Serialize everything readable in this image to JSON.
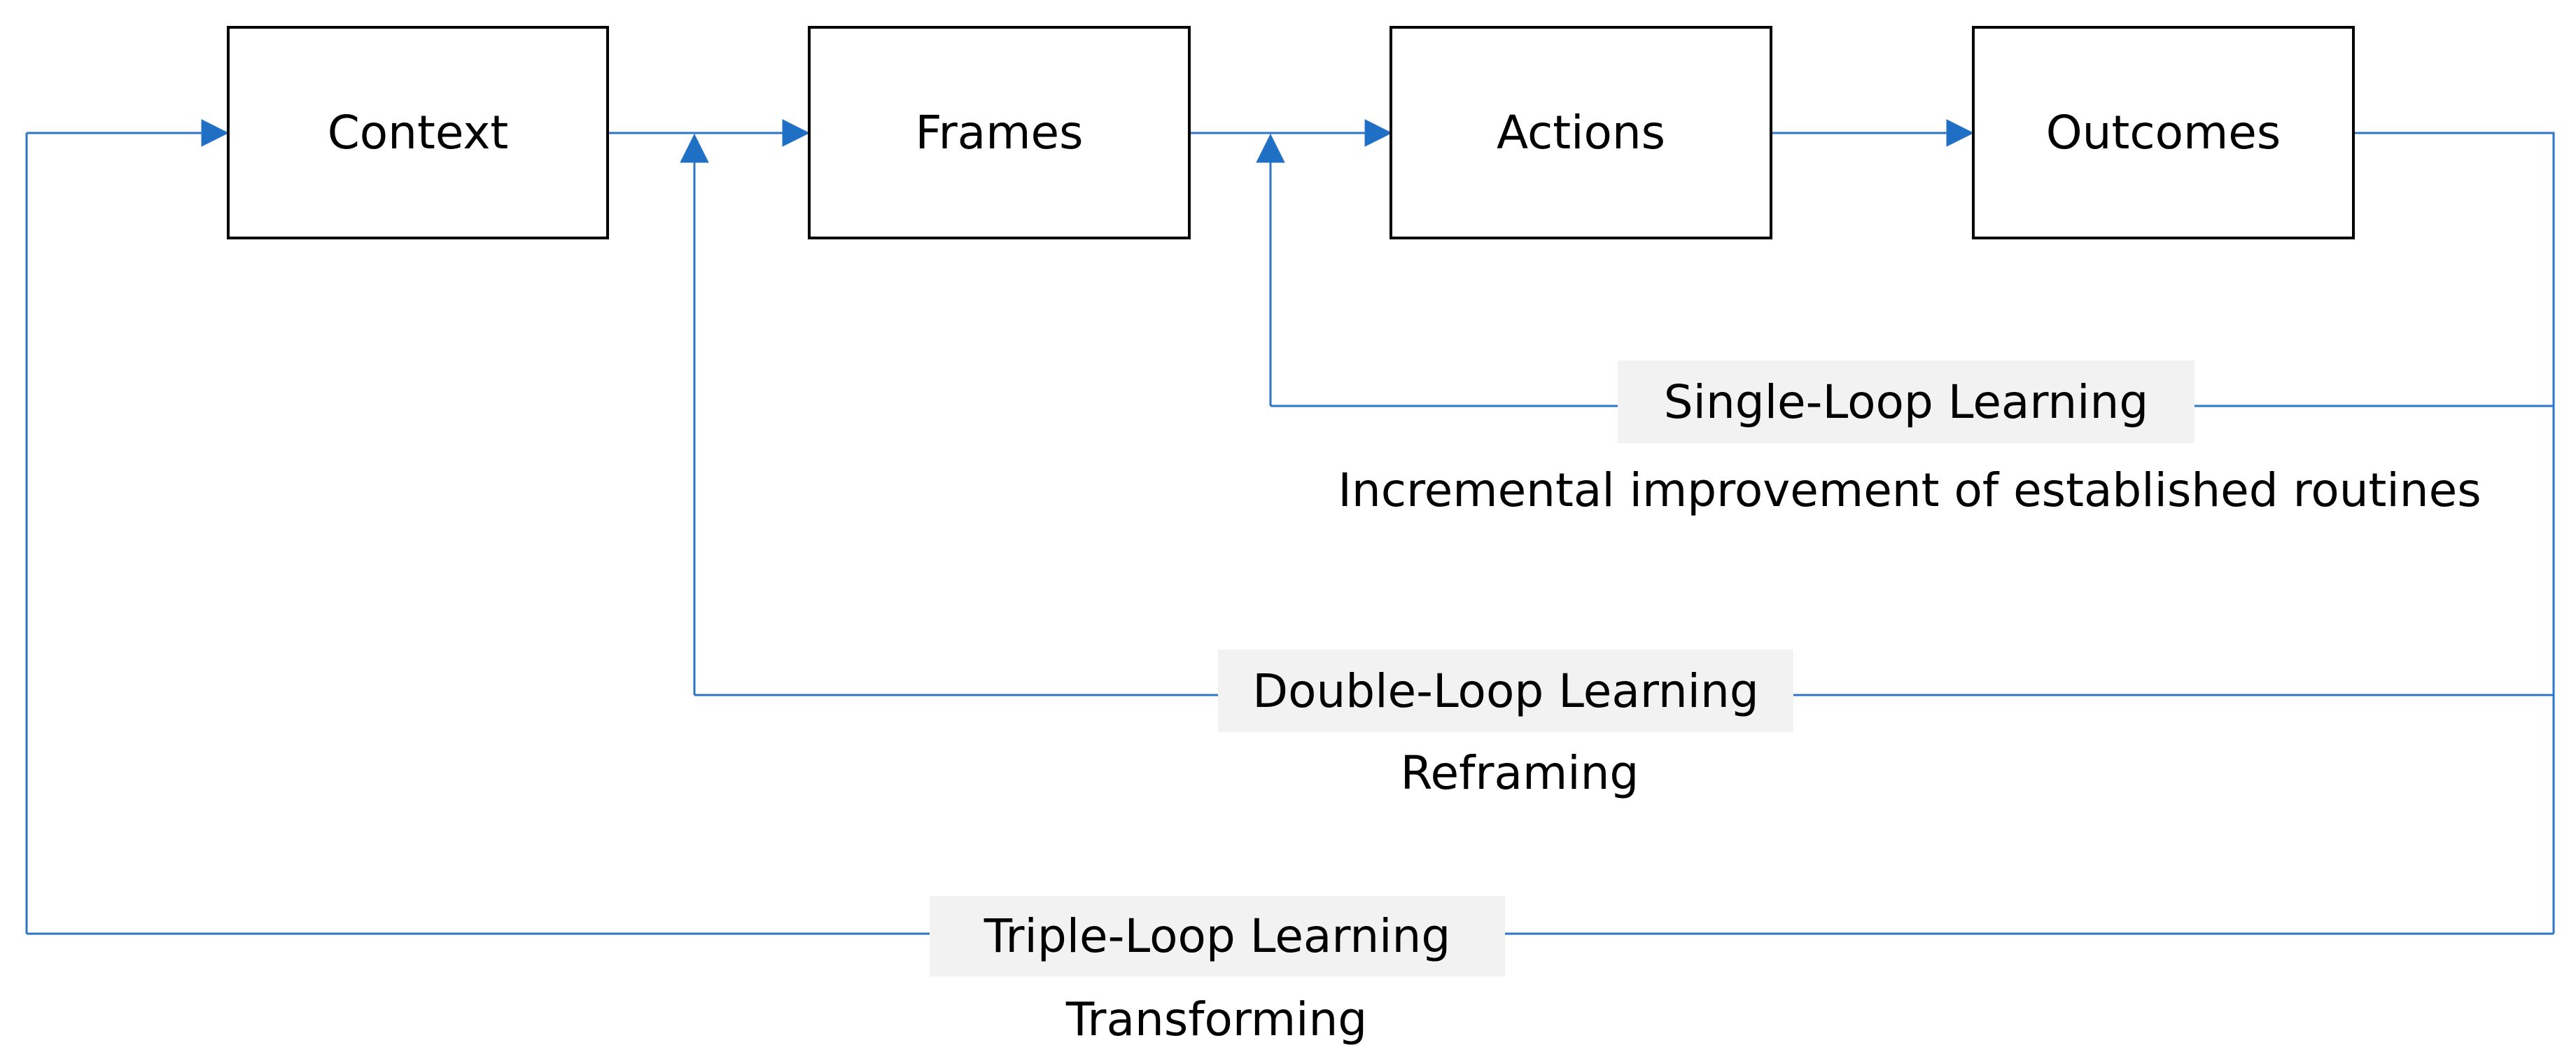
{
  "colors": {
    "connector": "#2e75c6",
    "arrowhead": "#1f6fc5",
    "box_border": "#000000",
    "label_background": "#f2f2f2"
  },
  "nodes": [
    {
      "id": "context",
      "label": "Context"
    },
    {
      "id": "frames",
      "label": "Frames"
    },
    {
      "id": "actions",
      "label": "Actions"
    },
    {
      "id": "outcomes",
      "label": "Outcomes"
    }
  ],
  "loops": [
    {
      "id": "single",
      "label": "Single-Loop Learning",
      "caption": "Incremental improvement of established routines",
      "feeds_into": "Actions"
    },
    {
      "id": "double",
      "label": "Double-Loop Learning",
      "caption": "Reframing",
      "feeds_into": "Frames"
    },
    {
      "id": "triple",
      "label": "Triple-Loop Learning",
      "caption": "Transforming",
      "feeds_into": "Context"
    }
  ]
}
